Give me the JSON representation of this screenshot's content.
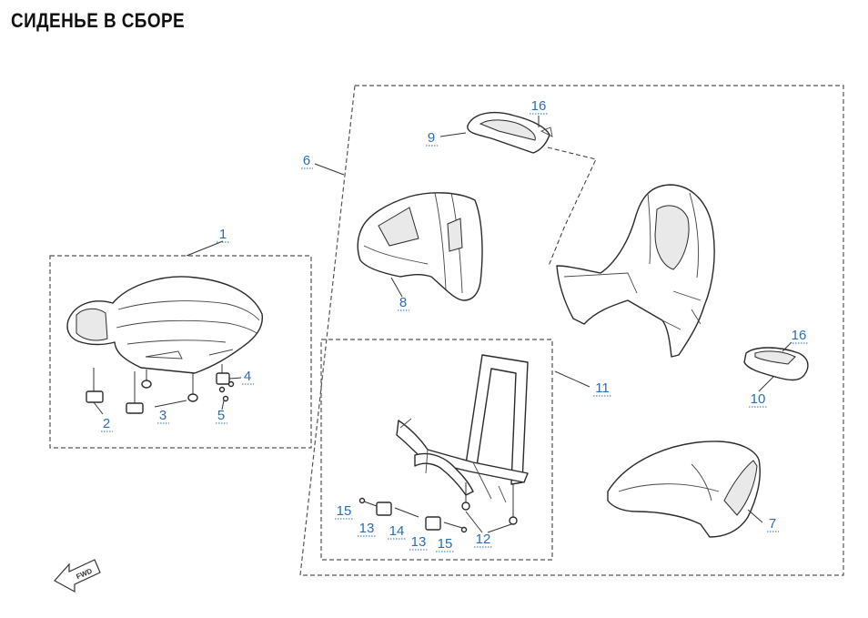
{
  "title": "СИДЕНЬЕ В СБОРЕ",
  "fwd_label": "FWD",
  "callout_color": "#2a6db5",
  "callouts": [
    {
      "id": "c1",
      "label": "1"
    },
    {
      "id": "c2",
      "label": "2"
    },
    {
      "id": "c3",
      "label": "3"
    },
    {
      "id": "c4",
      "label": "4"
    },
    {
      "id": "c5",
      "label": "5"
    },
    {
      "id": "c6",
      "label": "6"
    },
    {
      "id": "c7",
      "label": "7"
    },
    {
      "id": "c8",
      "label": "8"
    },
    {
      "id": "c9",
      "label": "9"
    },
    {
      "id": "c10",
      "label": "10"
    },
    {
      "id": "c11",
      "label": "11"
    },
    {
      "id": "c12",
      "label": "12"
    },
    {
      "id": "c13a",
      "label": "13"
    },
    {
      "id": "c13b",
      "label": "13"
    },
    {
      "id": "c14",
      "label": "14"
    },
    {
      "id": "c15a",
      "label": "15"
    },
    {
      "id": "c15b",
      "label": "15"
    },
    {
      "id": "c16a",
      "label": "16"
    },
    {
      "id": "c16b",
      "label": "16"
    }
  ]
}
